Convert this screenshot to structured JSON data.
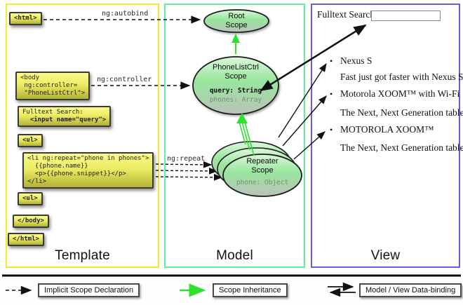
{
  "columns": {
    "template": {
      "title": "Template"
    },
    "model": {
      "title": "Model"
    },
    "view": {
      "title": "View"
    }
  },
  "template": {
    "boxes": {
      "html_open": "<html>",
      "body_open": "<body\n ng:controller=\n \"PhoneListCtrl\">",
      "fulltext_line1": "Fulltext Search:",
      "fulltext_line2": "  <input name=\"query\">",
      "ul_open": "<ul>",
      "li_repeat": "<li ng:repeat=\"phone in phones\">\n  {{phone.name}}\n  <p>{{phone.snippet}}</p>\n</li>",
      "ul_close": "<ul>",
      "body_close": "</body>",
      "html_close": "</html>"
    },
    "wire_labels": {
      "autobind": "ng:autobind",
      "controller": "ng:controller",
      "repeat": "ng:repeat"
    }
  },
  "model": {
    "root_scope": {
      "name": "Root\nScope"
    },
    "phonelist_scope": {
      "name": "PhoneListCtrl\nScope",
      "prop_query": "query: String",
      "prop_phones": "phones: Array"
    },
    "repeater_scope": {
      "name": "Repeater\nScope",
      "prop_phone": "phone: Object"
    }
  },
  "view": {
    "search_label": "Fulltext Search:",
    "search_value": "",
    "bullet": "•",
    "items": [
      {
        "title": "Nexus S",
        "snippet": "Fast just got faster with Nexus S."
      },
      {
        "title": "Motorola XOOM™ with Wi-Fi",
        "snippet": "The Next, Next Generation tablet."
      },
      {
        "title": "MOTOROLA XOOM™",
        "snippet": "The Next, Next Generation tablet."
      }
    ]
  },
  "legend": {
    "implicit": "Implicit Scope Declaration",
    "inheritance": "Scope Inheritance",
    "databinding": "Model / View Data-binding"
  },
  "colors": {
    "template_border": "#f2ee22",
    "model_border": "#5ff0a0",
    "view_border": "#6e5cd8",
    "scope_fill_top": "#ddf7dd",
    "scope_fill_mid": "#98e69c",
    "scope_fill_bottom": "#b9c3b9",
    "inheritance_green": "#2fe12f",
    "code_yellow_top": "#fafa8c",
    "code_yellow_bottom": "#b2b236"
  }
}
